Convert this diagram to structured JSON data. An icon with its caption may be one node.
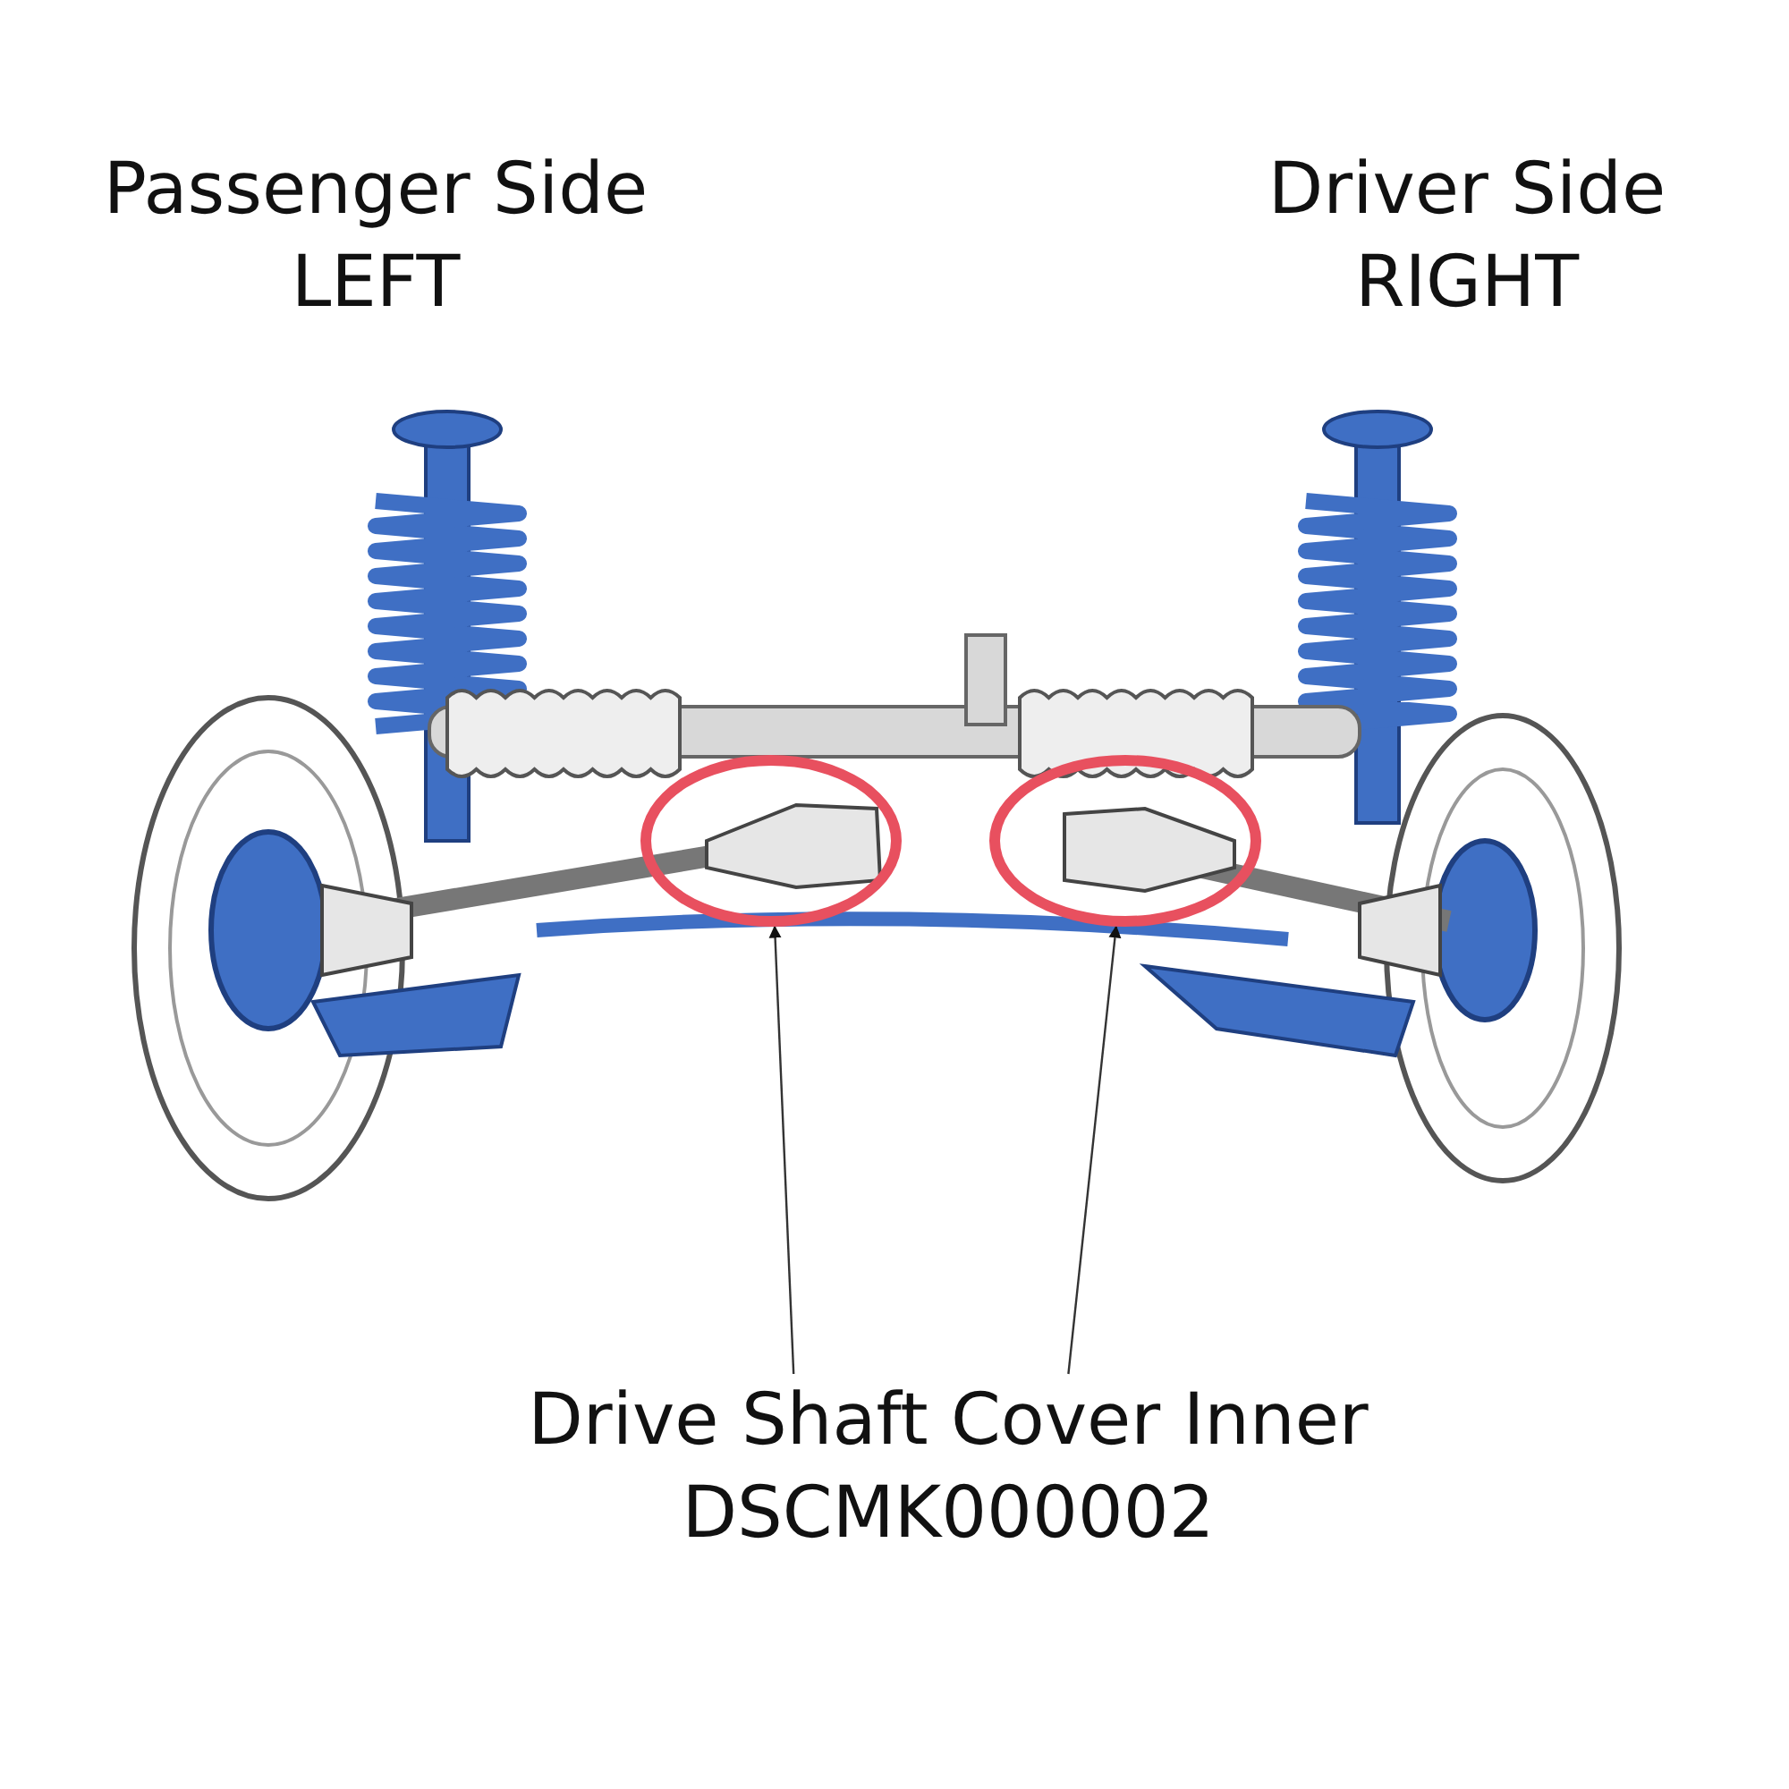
{
  "diagram": {
    "nodes": [
      {
        "text": [
          "Drive Shaft Cover Inner",
          "DSCMK000002"
        ]
      },
      {
        "text": [],
        "shape": "circle"
      },
      {
        "text": [],
        "shape": "circle"
      }
    ],
    "edges": [
      {
        "from": 0,
        "to": 1,
        "arrow": "to"
      },
      {
        "from": 0,
        "to": 2,
        "arrow": "to"
      }
    ],
    "labels": [
      "Passenger Side LEFT",
      "Driver Side RIGHT"
    ]
  }
}
